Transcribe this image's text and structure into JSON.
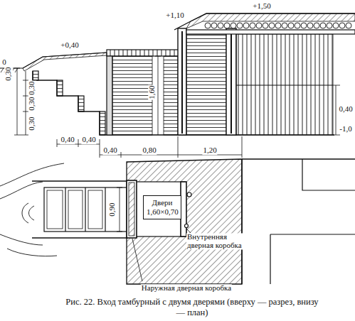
{
  "diagram": {
    "caption": "Рис. 22. Вход тамбурный с двумя дверями (вверху — разрез, внизу — план)",
    "nodes": [
      {
        "text": [
          "Двери 1,60×0,70"
        ]
      }
    ],
    "labels": [
      "+1,50",
      "+1,10",
      "+0,40",
      "0",
      "0,30",
      "0,30",
      "0,30",
      "0,30",
      "1,60",
      "0,40",
      "0,40",
      "0,40",
      "0,80",
      "1,20",
      "0,40",
      "-1,0",
      "0,90",
      "Внутренняя дверная коробка",
      "Наружная дверная коробка"
    ]
  }
}
